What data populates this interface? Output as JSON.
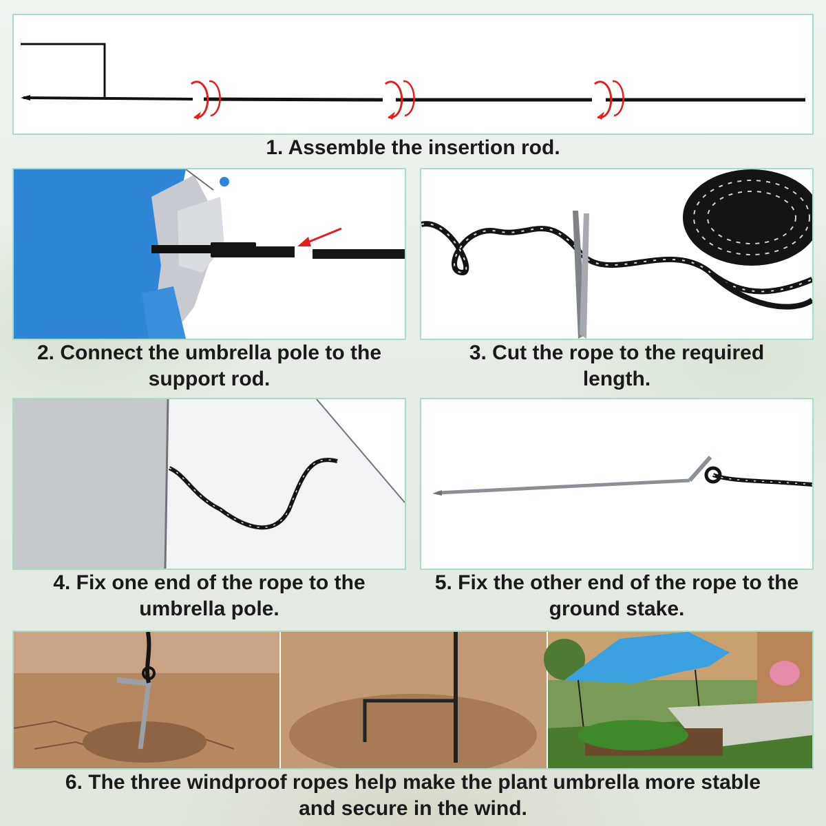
{
  "steps": [
    {
      "caption": "1. Assemble the insertion rod."
    },
    {
      "caption_line1": "2. Connect the umbrella pole to the",
      "caption_line2": "support rod."
    },
    {
      "caption_line1": "3. Cut the rope to the required",
      "caption_line2": "length."
    },
    {
      "caption_line1": "4. Fix one end of the rope to the",
      "caption_line2": "umbrella pole."
    },
    {
      "caption_line1": "5. Fix the other end of the rope to the",
      "caption_line2": "ground stake."
    },
    {
      "caption_line1": "6. The three windproof ropes help make the plant umbrella more stable",
      "caption_line2": "and secure in the wind."
    }
  ],
  "colors": {
    "panel_border": "#a8dcc8",
    "rotate_arrow": "#e02020",
    "umbrella_blue": "#2f86d6",
    "rope_black": "#111111",
    "soil": "#a97a55"
  },
  "icons": [
    "rotate-arrow-icon",
    "pointer-arrow-icon"
  ]
}
